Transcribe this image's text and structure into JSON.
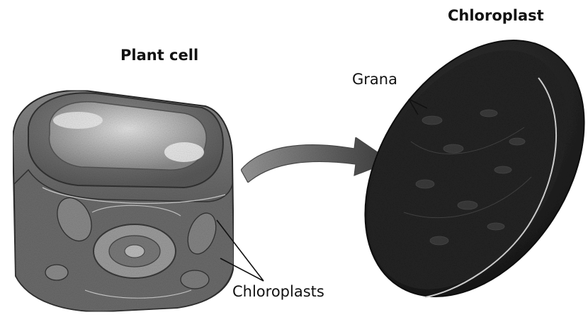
{
  "labels": {
    "plant_cell": "Plant cell",
    "chloroplast": "Chloroplast",
    "grana": "Grana",
    "chloroplasts": "Chloroplasts"
  },
  "colors": {
    "ink": "#111111",
    "cell_light": "#b5b5b5",
    "cell_dark": "#4a4a4a",
    "chloroplast_body": "#2b2b2b",
    "rim": "#d9d9d9",
    "arrow": "#6a6a6a"
  }
}
